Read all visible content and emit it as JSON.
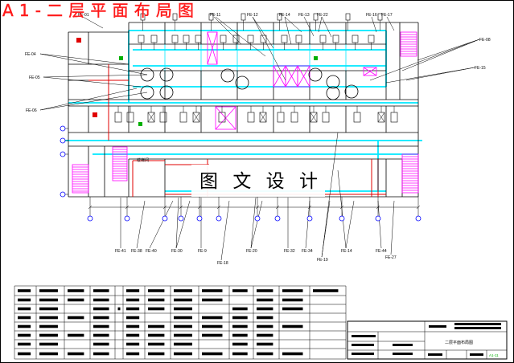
{
  "drawing": {
    "title": "A1-二层平面布局图",
    "watermark": "图 文 设 计",
    "room_labels": [
      "楼梯间"
    ]
  },
  "equipment_tags": {
    "top": [
      "FE-01",
      "FE-11",
      "FE-12",
      "FE-14",
      "FE-13",
      "FE-22",
      "FE-16",
      "FE-17"
    ],
    "left": [
      "FE-04",
      "FE-05",
      "FE-06"
    ],
    "right": [
      "FE-08",
      "FE-15"
    ],
    "bottom": [
      "FE-41",
      "FE-38",
      "FE-40",
      "FE-30",
      "FE-9",
      "FE-18",
      "FE-20",
      "FE-32",
      "FE-34",
      "FE-19",
      "FE-14",
      "FE-44",
      "FE-27"
    ]
  },
  "title_block": {
    "drawing_name": "二层平面布局图",
    "drawing_no": "A1-11"
  },
  "colors": {
    "title": "#ff1a1a",
    "duct": "#00e8ff",
    "red_wall": "#e00000",
    "stair": "#ff00ff",
    "grid_bubble": "#0000ff",
    "marker_green": "#00b000",
    "line": "#000000",
    "background": "#ffffff"
  }
}
